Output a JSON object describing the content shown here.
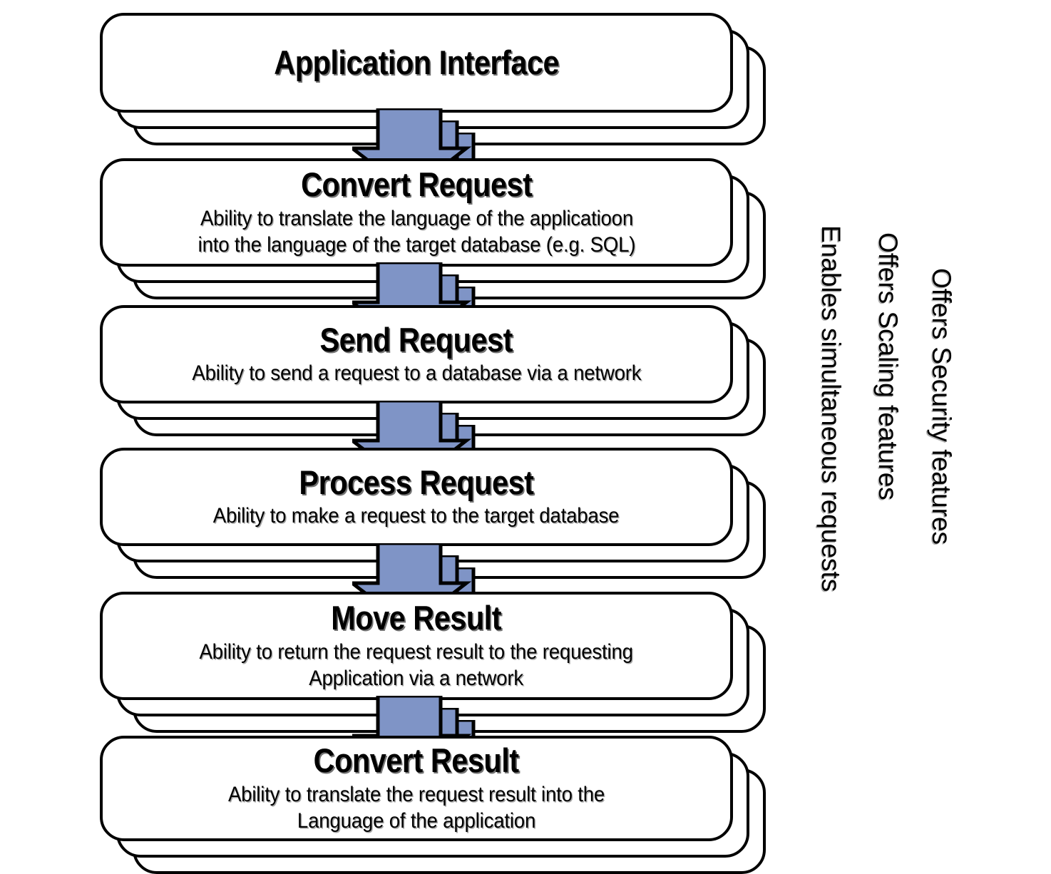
{
  "diagram": {
    "type": "vertical-process-flow",
    "arrow_color": "#7f94c6",
    "border_color": "#000000",
    "card_fill": "#ffffff",
    "steps": [
      {
        "id": "application-interface",
        "title": "Application Interface",
        "desc_lines": []
      },
      {
        "id": "convert-request",
        "title": "Convert Request",
        "desc_lines": [
          "Ability to translate the language of the applicatioon",
          "into the language of the target database (e.g. SQL)"
        ]
      },
      {
        "id": "send-request",
        "title": "Send Request",
        "desc_lines": [
          "Ability to send a request to a database via a network"
        ]
      },
      {
        "id": "process-request",
        "title": "Process Request",
        "desc_lines": [
          "Ability to make a request to the target database"
        ]
      },
      {
        "id": "move-result",
        "title": "Move Result",
        "desc_lines": [
          "Ability to return the request result to the requesting",
          "Application via a network"
        ]
      },
      {
        "id": "convert-result",
        "title": "Convert Result",
        "desc_lines": [
          "Ability to translate the request result into the",
          "Language of the application"
        ]
      }
    ],
    "connectors": [
      {
        "id": "arrow-1",
        "from": "application-interface",
        "to": "convert-request"
      },
      {
        "id": "arrow-2",
        "from": "convert-request",
        "to": "send-request"
      },
      {
        "id": "arrow-3",
        "from": "send-request",
        "to": "process-request"
      },
      {
        "id": "arrow-4",
        "from": "process-request",
        "to": "move-result"
      },
      {
        "id": "arrow-5",
        "from": "move-result",
        "to": "convert-result"
      }
    ],
    "side_annotations": [
      {
        "id": "enables-simultaneous-requests",
        "text": "Enables simultaneous requests"
      },
      {
        "id": "offers-scaling-features",
        "text": "Offers Scaling features"
      },
      {
        "id": "offers-security-features",
        "text": "Offers Security features"
      }
    ]
  }
}
